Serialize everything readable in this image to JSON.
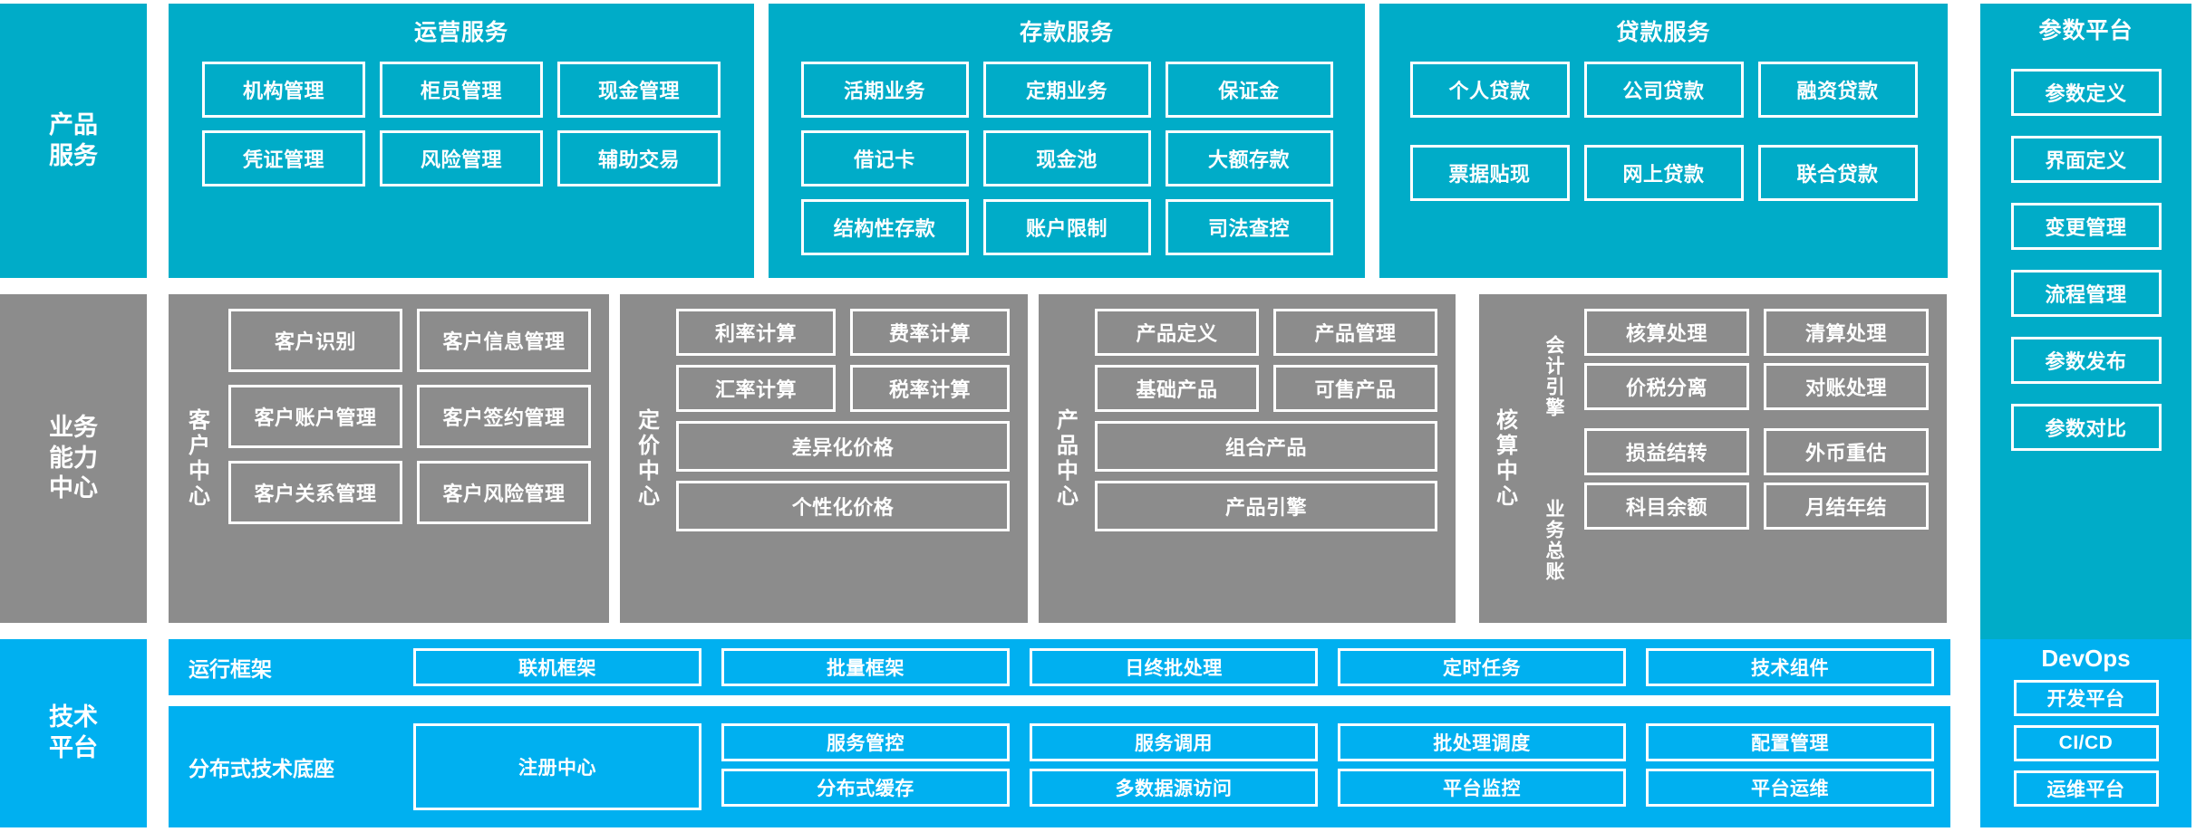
{
  "colors": {
    "product_service_teal": "#00ACC8",
    "capability_gray": "#8C8C8C",
    "tech_blue": "#00B0F0",
    "box_border": "#FFFFFF",
    "background": "#FFFFFF"
  },
  "rows": {
    "product": {
      "side_label_line1": "产品",
      "side_label_line2": "服务",
      "groups": [
        {
          "title": "运营服务",
          "items": [
            "机构管理",
            "柜员管理",
            "现金管理",
            "凭证管理",
            "风险管理",
            "辅助交易"
          ]
        },
        {
          "title": "存款服务",
          "items": [
            "活期业务",
            "定期业务",
            "保证金",
            "借记卡",
            "现金池",
            "大额存款",
            "结构性存款",
            "账户限制",
            "司法查控"
          ]
        },
        {
          "title": "贷款服务",
          "items": [
            "个人贷款",
            "公司贷款",
            "融资贷款",
            "票据贴现",
            "网上贷款",
            "联合贷款"
          ]
        }
      ]
    },
    "capability": {
      "side_label_line1": "业务",
      "side_label_line2": "能力",
      "side_label_line3": "中心",
      "centers": [
        {
          "vertical_label": "客户中心",
          "rows": [
            [
              "客户识别",
              "客户信息管理"
            ],
            [
              "客户账户管理",
              "客户签约管理"
            ],
            [
              "客户关系管理",
              "客户风险管理"
            ]
          ]
        },
        {
          "vertical_label": "定价中心",
          "rows": [
            [
              "利率计算",
              "费率计算"
            ],
            [
              "汇率计算",
              "税率计算"
            ],
            [
              "差异化价格"
            ],
            [
              "个性化价格"
            ]
          ]
        },
        {
          "vertical_label": "产品中心",
          "rows": [
            [
              "产品定义",
              "产品管理"
            ],
            [
              "基础产品",
              "可售产品"
            ],
            [
              "组合产品"
            ],
            [
              "产品引擎"
            ]
          ]
        },
        {
          "vertical_label": "核算中心",
          "sub_label_1": "会计引擎",
          "sub_label_2": "业务总账",
          "rows": [
            [
              "核算处理",
              "清算处理"
            ],
            [
              "价税分离",
              "对账处理"
            ],
            [
              "损益结转",
              "外币重估"
            ],
            [
              "科目余额",
              "月结年结"
            ]
          ]
        }
      ]
    },
    "technology": {
      "side_label_line1": "技术",
      "side_label_line2": "平台",
      "bands": [
        {
          "name": "运行框架",
          "columns": [
            [
              "联机框架"
            ],
            [
              "批量框架"
            ],
            [
              "日终批处理"
            ],
            [
              "定时任务"
            ],
            [
              "技术组件"
            ]
          ]
        },
        {
          "name": "分布式技术底座",
          "columns": [
            [
              "注册中心"
            ],
            [
              "服务管控",
              "分布式缓存"
            ],
            [
              "服务调用",
              "多数据源访问"
            ],
            [
              "批处理调度",
              "平台监控"
            ],
            [
              "配置管理",
              "平台运维"
            ]
          ]
        }
      ]
    }
  },
  "param_platform": {
    "title": "参数平台",
    "items": [
      "参数定义",
      "界面定义",
      "变更管理",
      "流程管理",
      "参数发布",
      "参数对比"
    ]
  },
  "devops": {
    "title": "DevOps",
    "items": [
      "开发平台",
      "CI/CD",
      "运维平台"
    ]
  }
}
